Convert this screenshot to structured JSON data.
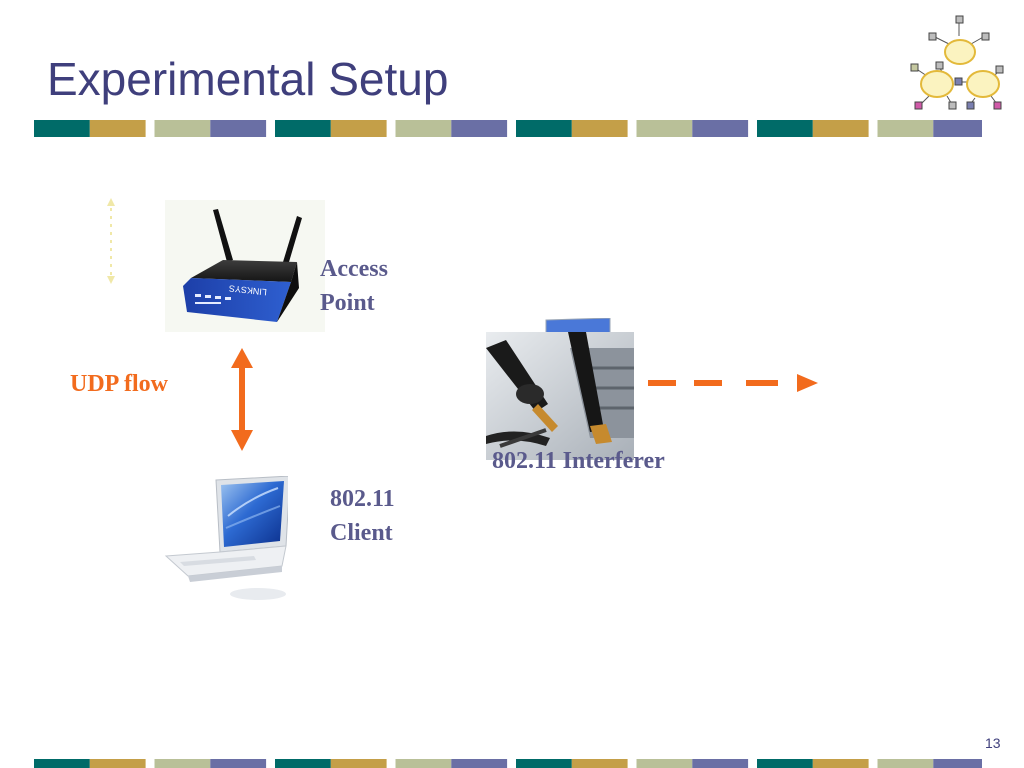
{
  "slide": {
    "title": "Experimental Setup",
    "page_number": "13"
  },
  "diagram": {
    "nodes": [
      {
        "id": "access-point",
        "label_line1": "Access",
        "label_line2": "Point",
        "icon": "wireless-router-icon"
      },
      {
        "id": "client",
        "label_line1": "802.11",
        "label_line2": "Client",
        "icon": "laptop-icon"
      },
      {
        "id": "interferer",
        "label": "802.11 Interferer",
        "icon": "antenna-photo-icon"
      }
    ],
    "edges": [
      {
        "from": "access-point",
        "to": "client",
        "label": "UDP flow",
        "style": "solid-bidirectional",
        "color": "#f26b1d"
      },
      {
        "from": "interferer",
        "to": "right",
        "style": "dashed-arrow",
        "color": "#f26b1d"
      }
    ]
  },
  "colors": {
    "title": "#3f3f7c",
    "label": "#5a5a8c",
    "accent": "#f26b1d",
    "stripe": [
      "#006b68",
      "#c49f48",
      "#b9c098",
      "#6a6fa5"
    ]
  }
}
